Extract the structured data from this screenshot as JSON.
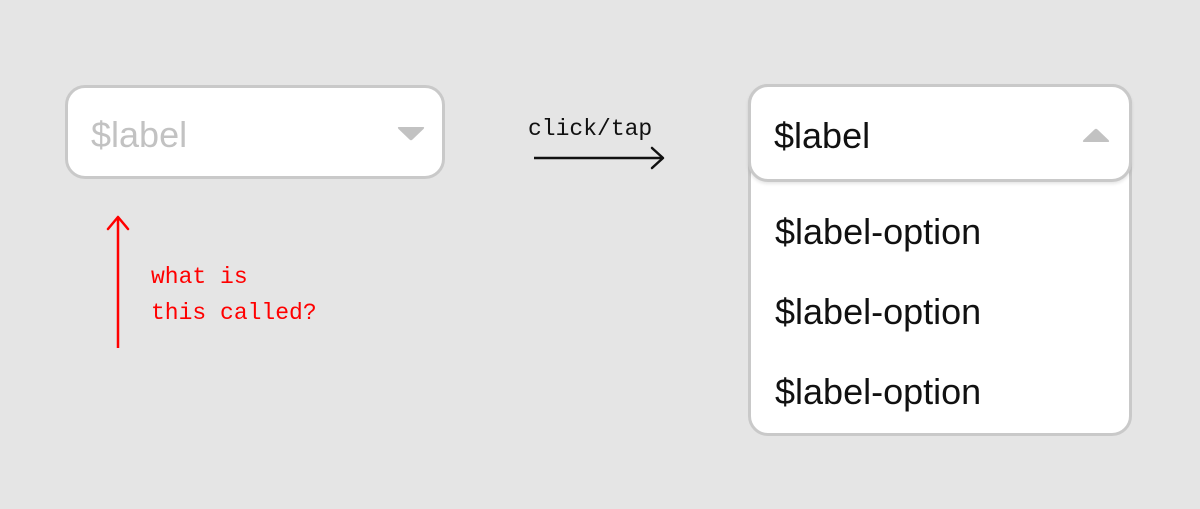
{
  "closed_select": {
    "placeholder": "$label",
    "caret_icon": "caret-down-icon"
  },
  "annotation": {
    "line1": "what is",
    "line2": "this called?",
    "color": "#ff0000"
  },
  "transition": {
    "label": "click/tap"
  },
  "open_select": {
    "selected": "$label",
    "caret_icon": "caret-up-icon",
    "options": [
      "$label-option",
      "$label-option",
      "$label-option"
    ]
  }
}
